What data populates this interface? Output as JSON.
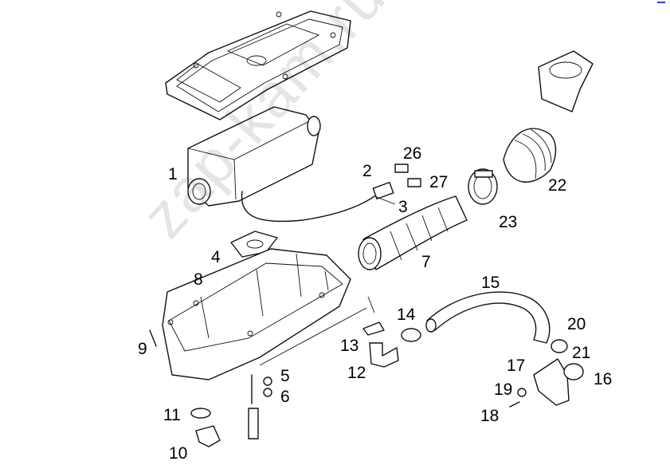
{
  "callouts": {
    "c1": "1",
    "c2": "2",
    "c3": "3",
    "c4": "4",
    "c5": "5",
    "c6": "6",
    "c7": "7",
    "c8": "8",
    "c9": "9",
    "c10": "10",
    "c11": "11",
    "c12": "12",
    "c13": "13",
    "c14": "14",
    "c15": "15",
    "c16": "16",
    "c17": "17",
    "c18": "18",
    "c19": "19",
    "c20": "20",
    "c21": "21",
    "c22": "22",
    "c23": "23",
    "c26": "26",
    "c27": "27"
  },
  "watermark": "zap-kam.ru",
  "colors": {
    "ink": "#111111",
    "watermark": "#e6e6e6",
    "corner_mark": "#2b3bd6"
  }
}
